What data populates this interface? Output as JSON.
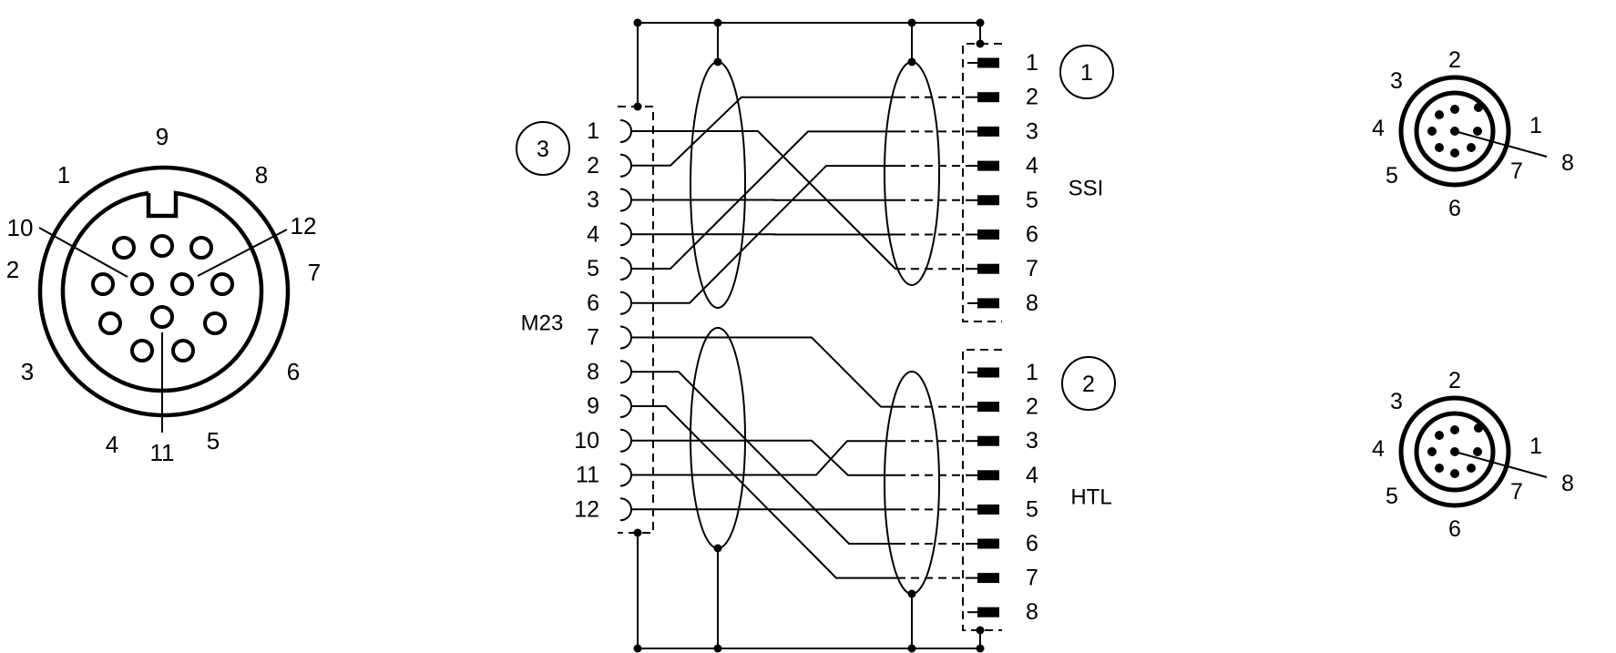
{
  "colors": {
    "ink": "#000000",
    "background": "#ffffff"
  },
  "m23_face": {
    "labels": [
      "1",
      "2",
      "3",
      "4",
      "5",
      "6",
      "7",
      "8",
      "9",
      "10",
      "11",
      "12"
    ]
  },
  "m23_connector": {
    "name": "M23",
    "badge": "3",
    "pins": [
      "1",
      "2",
      "3",
      "4",
      "5",
      "6",
      "7",
      "8",
      "9",
      "10",
      "11",
      "12"
    ]
  },
  "ssi_connector": {
    "name": "SSI",
    "badge": "1",
    "pins": [
      "1",
      "2",
      "3",
      "4",
      "5",
      "6",
      "7",
      "8"
    ]
  },
  "htl_connector": {
    "name": "HTL",
    "badge": "2",
    "pins": [
      "1",
      "2",
      "3",
      "4",
      "5",
      "6",
      "7",
      "8"
    ]
  },
  "m12_face_top": {
    "labels": [
      "1",
      "2",
      "3",
      "4",
      "5",
      "6",
      "7",
      "8"
    ]
  },
  "m12_face_bottom": {
    "labels": [
      "1",
      "2",
      "3",
      "4",
      "5",
      "6",
      "7",
      "8"
    ]
  },
  "wiring": [
    {
      "from": 1,
      "to": "ssi",
      "pin": 7
    },
    {
      "from": 2,
      "to": "ssi",
      "pin": 2
    },
    {
      "from": 3,
      "to": "ssi",
      "pin": 5
    },
    {
      "from": 4,
      "to": "ssi",
      "pin": 6
    },
    {
      "from": 5,
      "to": "ssi",
      "pin": 3
    },
    {
      "from": 6,
      "to": "ssi",
      "pin": 4
    },
    {
      "from": 7,
      "to": "htl",
      "pin": 2
    },
    {
      "from": 8,
      "to": "htl",
      "pin": 6
    },
    {
      "from": 9,
      "to": "htl",
      "pin": 7
    },
    {
      "from": 10,
      "to": "htl",
      "pin": 4
    },
    {
      "from": 11,
      "to": "htl",
      "pin": 3
    },
    {
      "from": 12,
      "to": "htl",
      "pin": 5
    }
  ]
}
